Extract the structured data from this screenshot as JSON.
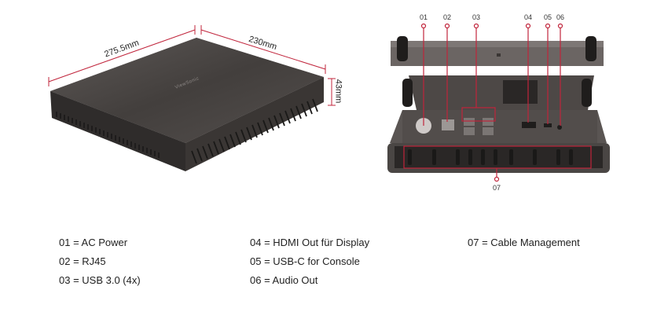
{
  "dimensions": {
    "length": "275.5mm",
    "width": "230mm",
    "height": "43mm"
  },
  "brand_mark": "ViewSonic",
  "callouts": [
    {
      "id": "01",
      "label": "01"
    },
    {
      "id": "02",
      "label": "02"
    },
    {
      "id": "03",
      "label": "03"
    },
    {
      "id": "04",
      "label": "04"
    },
    {
      "id": "05",
      "label": "05"
    },
    {
      "id": "06",
      "label": "06"
    },
    {
      "id": "07",
      "label": "07"
    }
  ],
  "legend": {
    "col1": [
      "01 = AC Power",
      "02 = RJ45",
      "03 = USB 3.0 (4x)"
    ],
    "col2": [
      "04 = HDMI Out für Display",
      "05 = USB-C for Console",
      "06 = Audio Out"
    ],
    "col3": [
      "07 = Cable Management"
    ]
  },
  "colors": {
    "callout_line": "#c0243b",
    "device_body": "#3a3634",
    "device_top": "#4a4644",
    "dimension_line": "#c0243b"
  }
}
